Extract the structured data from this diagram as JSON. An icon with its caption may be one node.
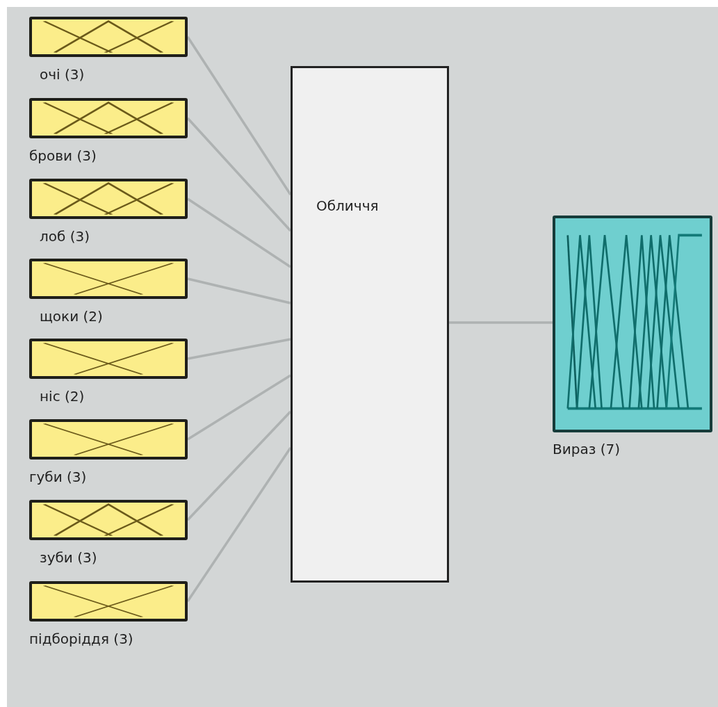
{
  "diagram": {
    "nodes": [
      {
        "text": [
          "очі (3)"
        ]
      },
      {
        "text": [
          "брови (3)"
        ]
      },
      {
        "text": [
          "лоб (3)"
        ]
      },
      {
        "text": [
          "щоки (2)"
        ]
      },
      {
        "text": [
          "ніс (2)"
        ]
      },
      {
        "text": [
          "губи (3)"
        ]
      },
      {
        "text": [
          "зуби (3)"
        ]
      },
      {
        "text": [
          "підборіддя (3)"
        ]
      },
      {
        "text": [
          "Обличчя"
        ]
      },
      {
        "text": [
          "Вираз (7)"
        ]
      }
    ],
    "edges": [
      {
        "from": 0,
        "to": 8,
        "arrow": "none"
      },
      {
        "from": 1,
        "to": 8,
        "arrow": "none"
      },
      {
        "from": 2,
        "to": 8,
        "arrow": "none"
      },
      {
        "from": 3,
        "to": 8,
        "arrow": "none"
      },
      {
        "from": 4,
        "to": 8,
        "arrow": "none"
      },
      {
        "from": 5,
        "to": 8,
        "arrow": "none"
      },
      {
        "from": 6,
        "to": 8,
        "arrow": "none"
      },
      {
        "from": 7,
        "to": 8,
        "arrow": "none"
      },
      {
        "from": 8,
        "to": 9,
        "arrow": "none"
      }
    ]
  }
}
